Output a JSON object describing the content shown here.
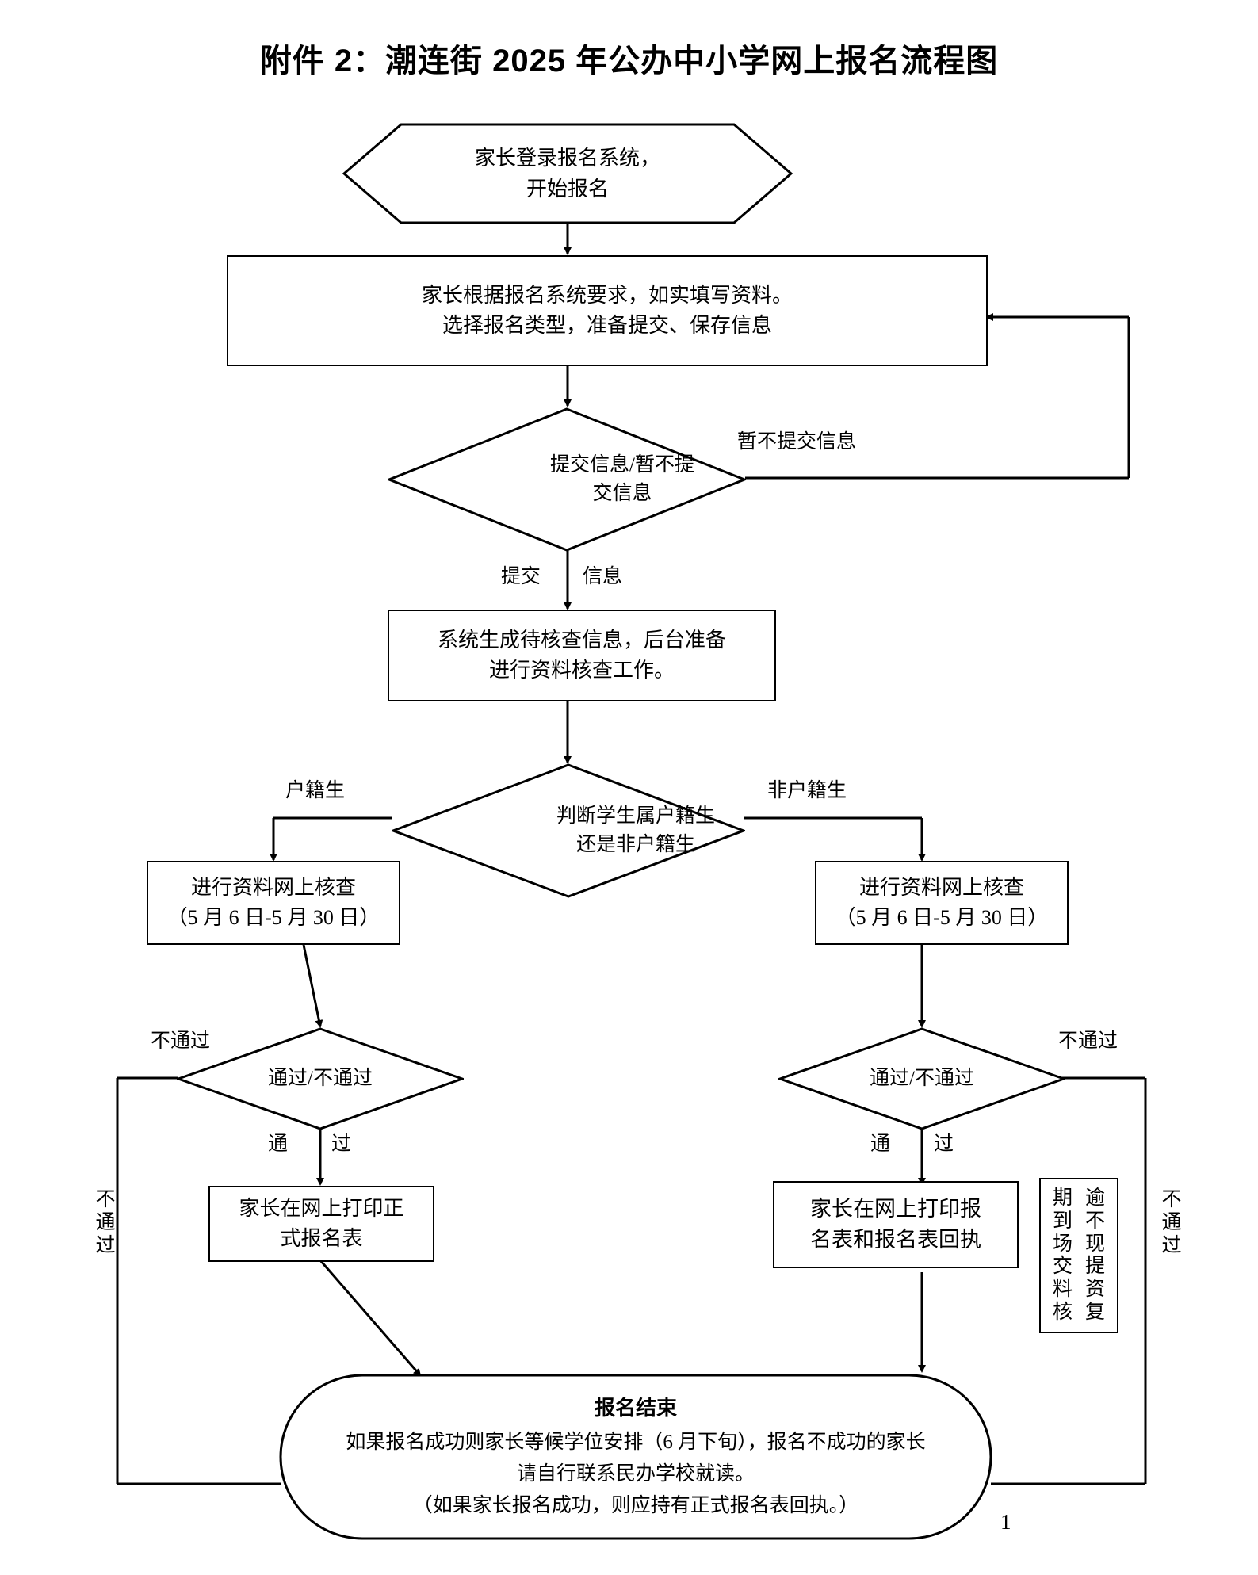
{
  "document": {
    "title": "附件 2：潮连街 2025 年公办中小学网上报名流程图",
    "page_number": "1"
  },
  "flowchart": {
    "nodes": {
      "start": {
        "type": "hexagon",
        "line1": "家长登录报名系统，",
        "line2": "开始报名"
      },
      "fill_form": {
        "type": "process",
        "line1": "家长根据报名系统要求，如实填写资料。",
        "line2": "选择报名类型，准备提交、保存信息"
      },
      "submit_decision": {
        "type": "decision",
        "line1": "提交信息/暂不提",
        "line2": "交信息"
      },
      "system_generate": {
        "type": "process",
        "line1": "系统生成待核查信息，后台准备",
        "line2": "进行资料核查工作。"
      },
      "household_decision": {
        "type": "decision",
        "line1": "判断学生属户籍生",
        "line2": "还是非户籍生"
      },
      "review_left": {
        "type": "process",
        "line1": "进行资料网上核查",
        "line2": "（5 月 6 日-5 月 30 日）"
      },
      "review_right": {
        "type": "process",
        "line1": "进行资料网上核查",
        "line2": "（5 月 6 日-5 月 30 日）"
      },
      "pass_decision_left": {
        "type": "decision",
        "line1": "通过/不通过"
      },
      "pass_decision_right": {
        "type": "decision",
        "line1": "通过/不通过"
      },
      "print_left": {
        "type": "process",
        "line1": "家长在网上打印正",
        "line2": "式报名表"
      },
      "print_right": {
        "type": "process",
        "line1": "家长在网上打印报",
        "line2": "名表和报名表回执"
      },
      "overdue_note": {
        "type": "note",
        "col_right": "逾期不现提资复",
        "col_left": "期到场交料核",
        "text_right": "逾不现提资复",
        "text_left": "期到场交料核"
      },
      "end": {
        "type": "terminator",
        "title": "报名结束",
        "line1": "如果报名成功则家长等候学位安排（6 月下旬），报名不成功的家长",
        "line2": "请自行联系民办学校就读。",
        "line3": "（如果家长报名成功，则应持有正式报名表回执。）"
      }
    },
    "edge_labels": {
      "no_submit": "暂不提交信息",
      "submit_left": "提交",
      "submit_right": "信息",
      "household_yes": "户籍生",
      "household_no": "非户籍生",
      "fail_left_top": "不通过",
      "fail_left_side": "不通过",
      "pass_left_a": "通",
      "pass_left_b": "过",
      "pass_right_a": "通",
      "pass_right_b": "过",
      "fail_right_top": "不通过",
      "fail_right_side": "不通过"
    }
  },
  "colors": {
    "stroke": "#000000",
    "background": "#ffffff"
  }
}
